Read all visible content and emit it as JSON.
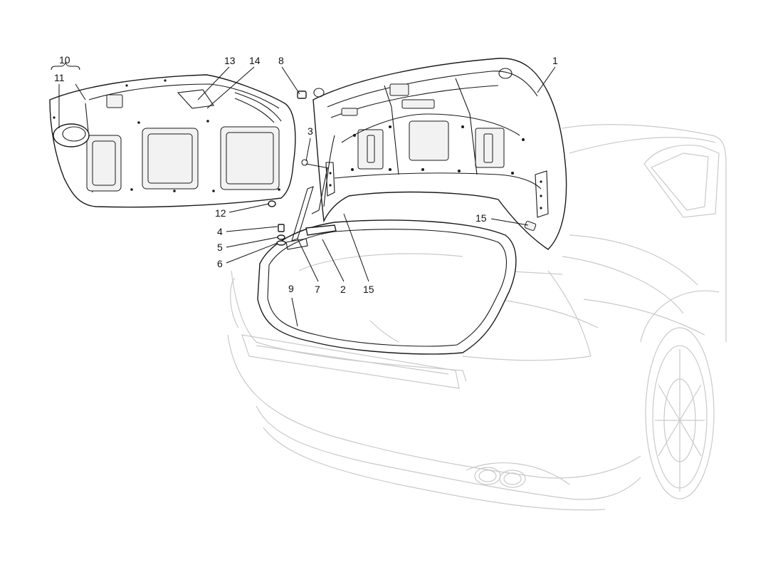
{
  "diagram": {
    "callouts": [
      {
        "id": "c10",
        "text": "10"
      },
      {
        "id": "c11",
        "text": "11"
      },
      {
        "id": "c13",
        "text": "13"
      },
      {
        "id": "c14",
        "text": "14"
      },
      {
        "id": "c8",
        "text": "8"
      },
      {
        "id": "c1",
        "text": "1"
      },
      {
        "id": "c3",
        "text": "3"
      },
      {
        "id": "c12",
        "text": "12"
      },
      {
        "id": "c4",
        "text": "4"
      },
      {
        "id": "c5",
        "text": "5"
      },
      {
        "id": "c6",
        "text": "6"
      },
      {
        "id": "c7",
        "text": "7"
      },
      {
        "id": "c2",
        "text": "2"
      },
      {
        "id": "c15a",
        "text": "15"
      },
      {
        "id": "c15b",
        "text": "15"
      },
      {
        "id": "c9",
        "text": "9"
      }
    ]
  }
}
